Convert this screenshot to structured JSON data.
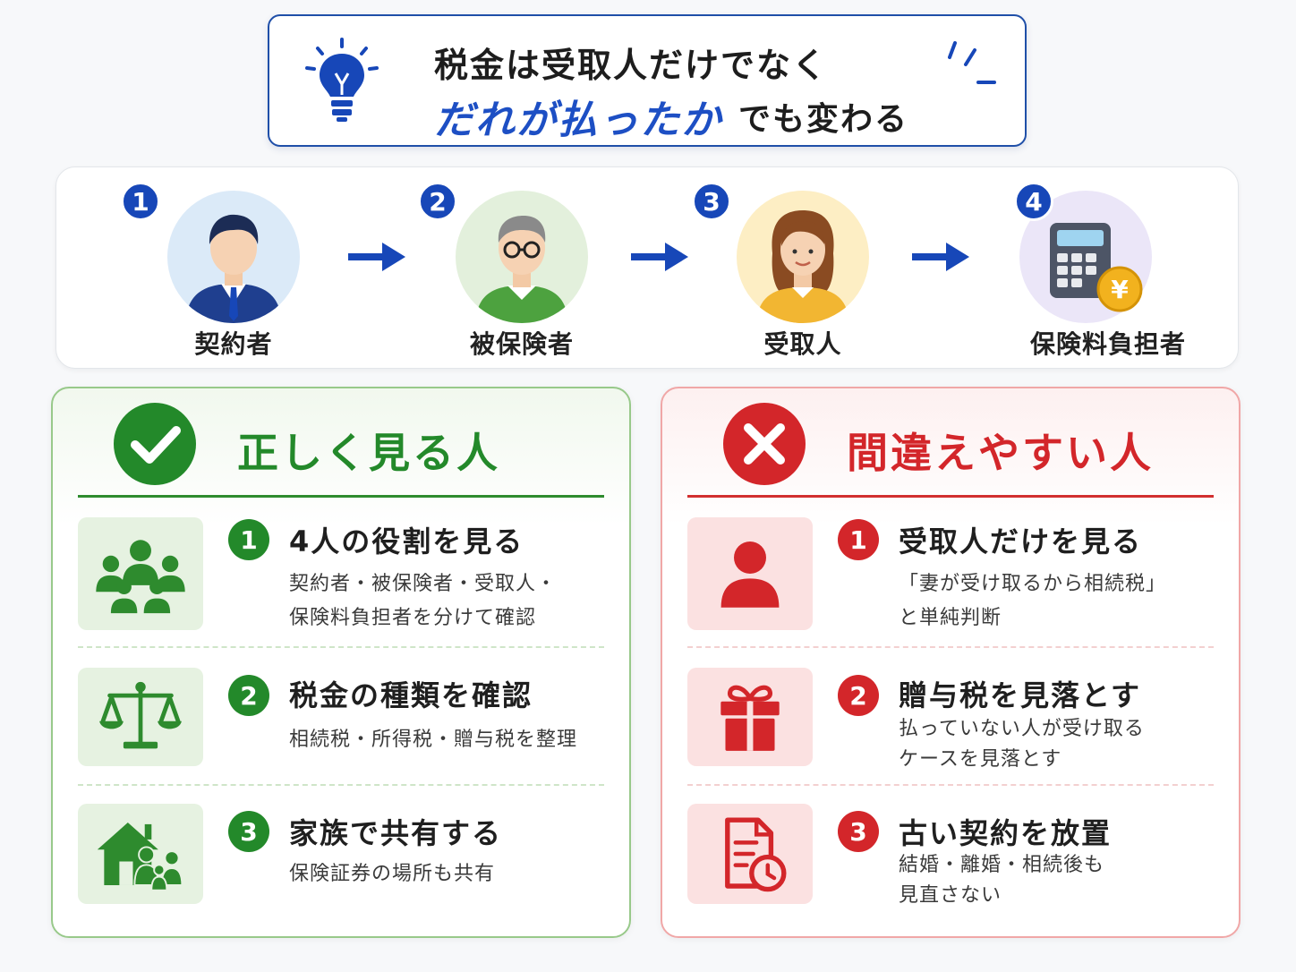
{
  "header": {
    "line1": "税金は受取人だけでなく",
    "highlight": "だれが払ったか",
    "rest": "でも変わる"
  },
  "roles": [
    {
      "num": "1",
      "label": "契約者",
      "icon": "businessman-icon"
    },
    {
      "num": "2",
      "label": "被保険者",
      "icon": "elderly-man-icon"
    },
    {
      "num": "3",
      "label": "受取人",
      "icon": "woman-icon"
    },
    {
      "num": "4",
      "label": "保険料負担者",
      "icon": "calculator-yen-icon"
    }
  ],
  "good": {
    "title": "正しく見る人",
    "icon": "check-circle-icon",
    "color": "#23892a",
    "items": [
      {
        "num": "1",
        "title": "4人の役割を見る",
        "desc": "契約者・被保険者・受取人・\n保険料負担者を分けて確認",
        "icon": "group-icon"
      },
      {
        "num": "2",
        "title": "税金の種類を確認",
        "desc": "相続税・所得税・贈与税を整理",
        "icon": "scales-icon"
      },
      {
        "num": "3",
        "title": "家族で共有する",
        "desc": "保険証券の場所も共有",
        "icon": "family-home-icon"
      }
    ]
  },
  "bad": {
    "title": "間違えやすい人",
    "icon": "cross-circle-icon",
    "color": "#d3262a",
    "items": [
      {
        "num": "1",
        "title": "受取人だけを見る",
        "desc": "「妻が受け取るから相続税」\nと単純判断",
        "icon": "person-icon"
      },
      {
        "num": "2",
        "title": "贈与税を見落とす",
        "desc": "払っていない人が受け取る\nケースを見落とす",
        "icon": "gift-icon"
      },
      {
        "num": "3",
        "title": "古い契約を放置",
        "desc": "結婚・離婚・相続後も\n見直さない",
        "icon": "document-clock-icon"
      }
    ]
  }
}
